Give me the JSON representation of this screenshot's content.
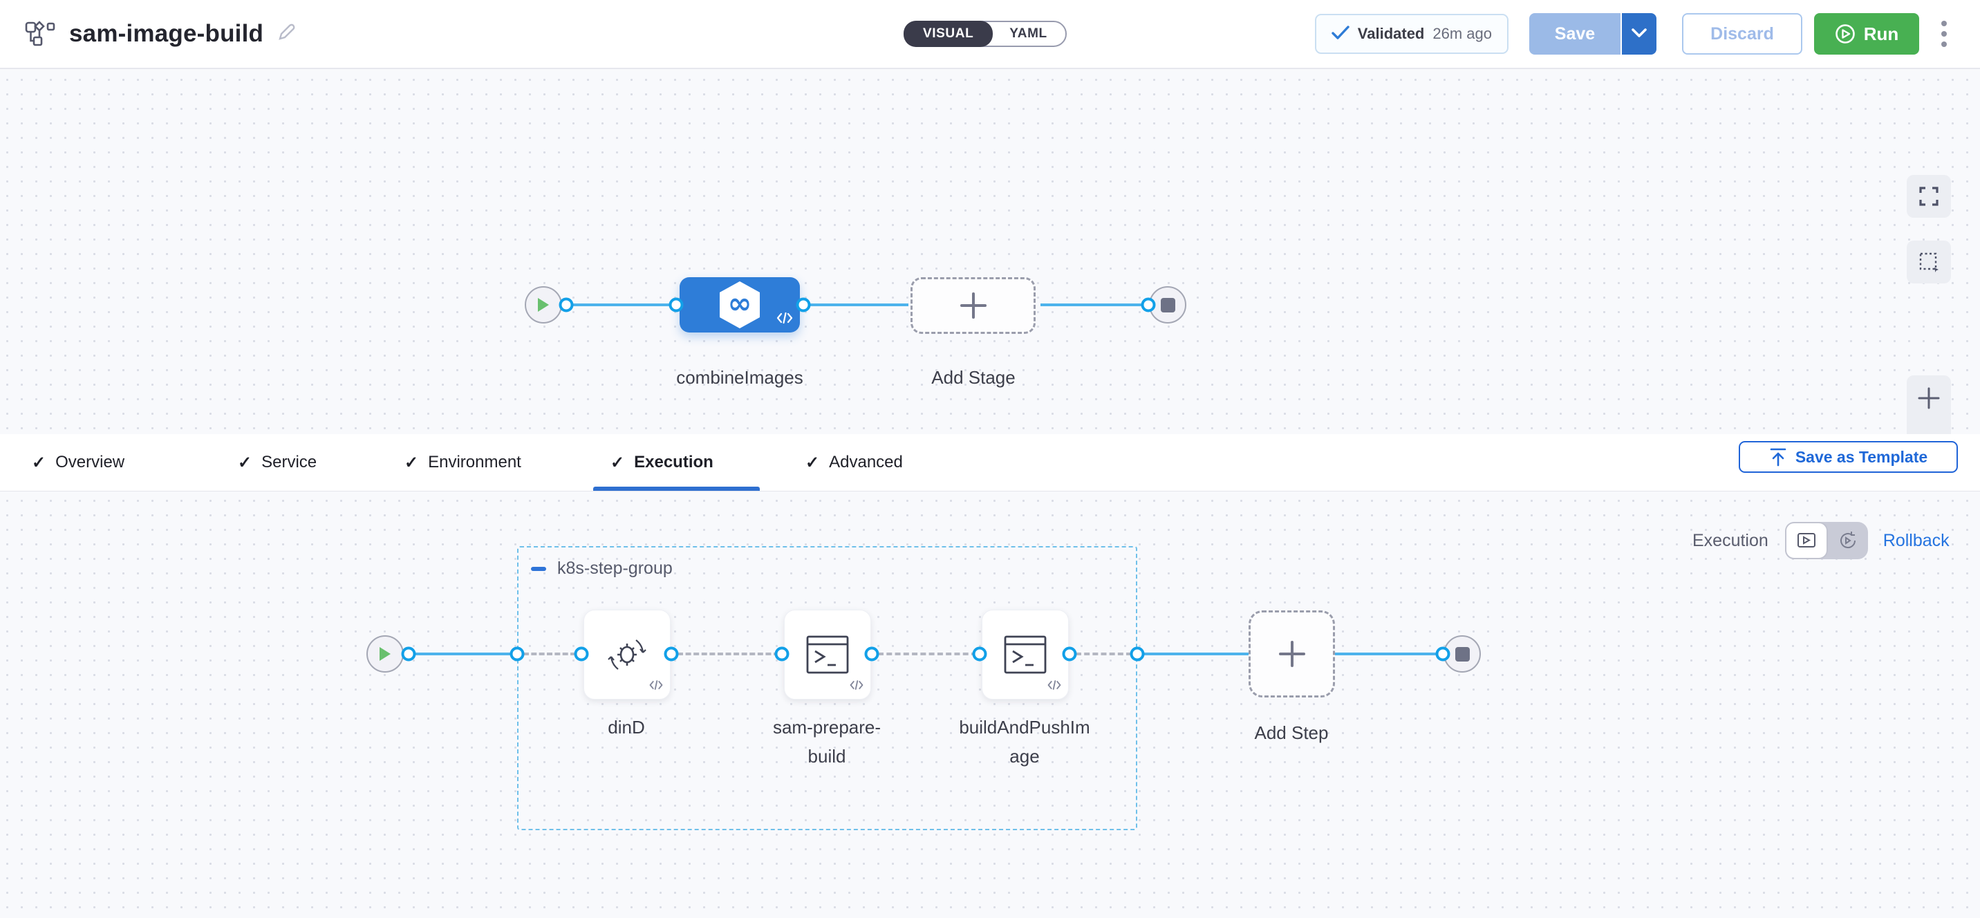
{
  "header": {
    "title": "sam-image-build",
    "view_visual": "VISUAL",
    "view_yaml": "YAML",
    "validated_label": "Validated",
    "validated_time": "26m ago",
    "save": "Save",
    "discard": "Discard",
    "run": "Run"
  },
  "stage_canvas": {
    "stage_name": "combineImages",
    "add_stage": "Add Stage"
  },
  "tabs": {
    "items": [
      {
        "label": "Overview"
      },
      {
        "label": "Service"
      },
      {
        "label": "Environment"
      },
      {
        "label": "Execution"
      },
      {
        "label": "Advanced"
      }
    ],
    "active": "Execution",
    "save_as_template": "Save as Template"
  },
  "execution": {
    "mode_label": "Execution",
    "rollback": "Rollback",
    "group_name": "k8s-step-group",
    "steps": [
      {
        "name": "dinD",
        "icon": "sync-gear-icon"
      },
      {
        "name": "sam-prepare-build",
        "icon": "shell-script-icon"
      },
      {
        "name": "buildAndPushImage",
        "icon": "shell-script-icon"
      }
    ],
    "add_step": "Add Step"
  },
  "colors": {
    "primary_blue": "#2e70c8",
    "stage_blue": "#2e7dd8",
    "connector_blue": "#4db3ec",
    "port_blue": "#12a0e8",
    "run_green": "#48b052",
    "link_blue": "#1f68d8",
    "group_border": "#6fc0ea",
    "toggle_dark": "#3a3b4a"
  }
}
